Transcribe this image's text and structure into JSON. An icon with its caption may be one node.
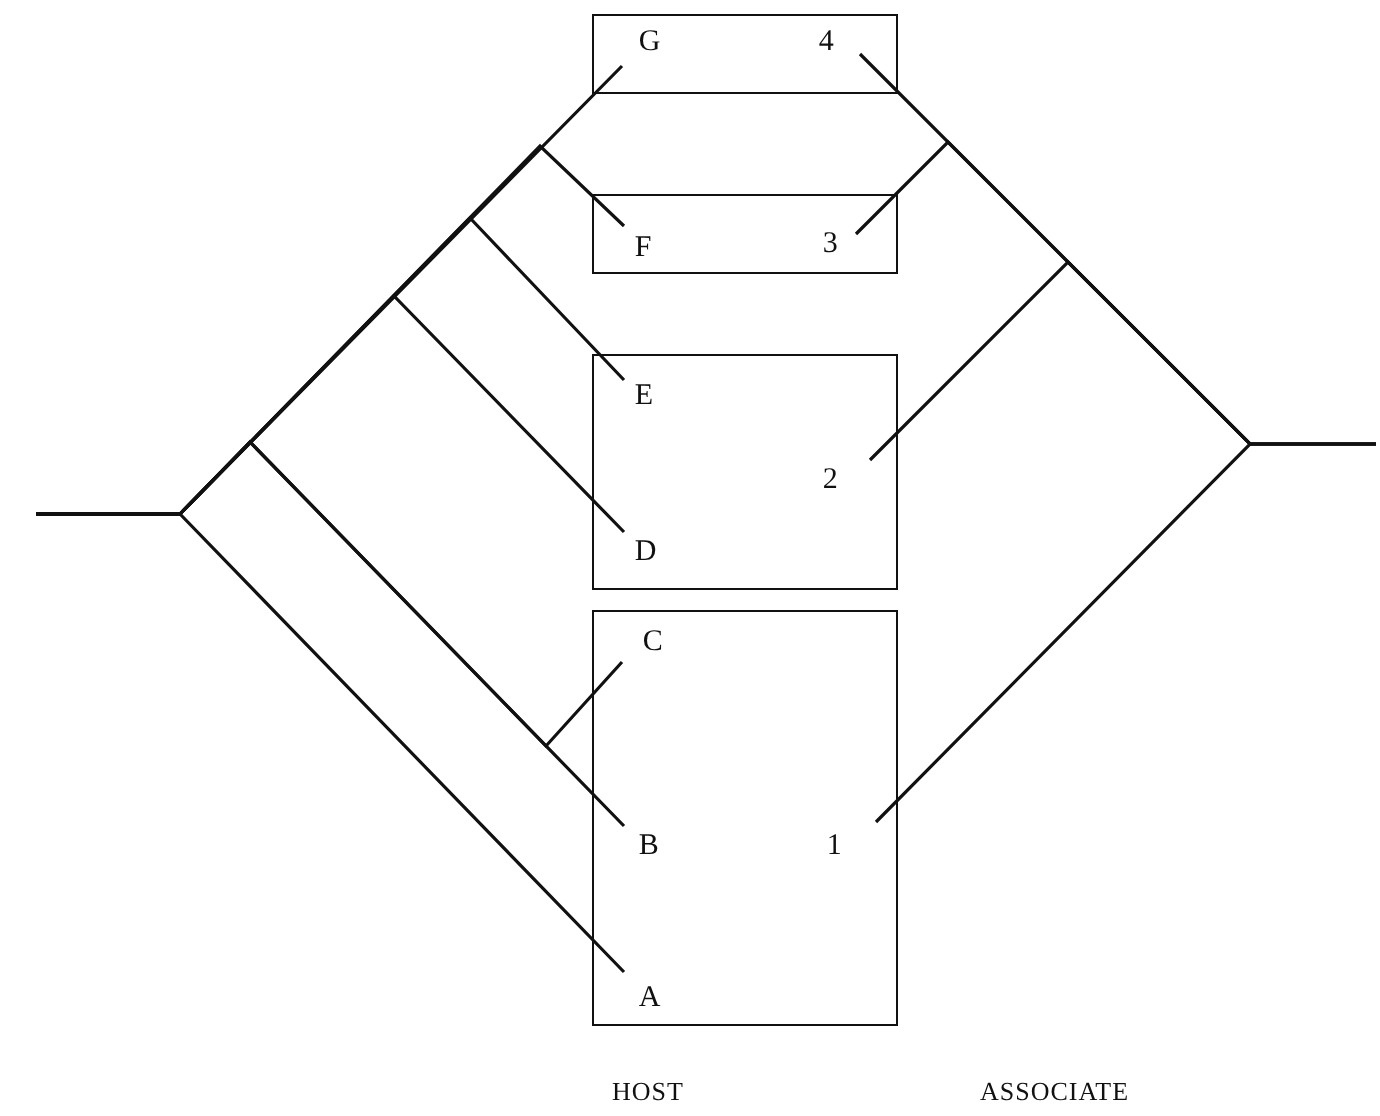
{
  "diagram": {
    "nodes": [
      {
        "text": [],
        "shape": "box"
      },
      {
        "text": [
          "G"
        ],
        "in": 0
      },
      {
        "text": [
          "4"
        ],
        "in": 0
      },
      {
        "text": [],
        "shape": "box"
      },
      {
        "text": [
          "F"
        ],
        "in": 3
      },
      {
        "text": [
          "3"
        ],
        "in": 3
      },
      {
        "text": [],
        "shape": "box"
      },
      {
        "text": [
          "E"
        ],
        "in": 6
      },
      {
        "text": [
          "2"
        ],
        "in": 6
      },
      {
        "text": [
          "D"
        ],
        "in": 6
      },
      {
        "text": [],
        "shape": "box"
      },
      {
        "text": [
          "C"
        ],
        "in": 10
      },
      {
        "text": [
          "B"
        ],
        "in": 10
      },
      {
        "text": [
          "1"
        ],
        "in": 10
      },
      {
        "text": [
          "A"
        ],
        "in": 10
      }
    ],
    "edges": [
      {
        "from": null,
        "to": 1,
        "arrow": "none"
      },
      {
        "from": null,
        "to": 4,
        "arrow": "none"
      },
      {
        "from": null,
        "to": 7,
        "arrow": "none"
      },
      {
        "from": null,
        "to": 9,
        "arrow": "none"
      },
      {
        "from": null,
        "to": 11,
        "arrow": "none"
      },
      {
        "from": null,
        "to": 12,
        "arrow": "none"
      },
      {
        "from": null,
        "to": 14,
        "arrow": "none"
      },
      {
        "from": null,
        "to": 2,
        "arrow": "none"
      },
      {
        "from": null,
        "to": 5,
        "arrow": "none"
      },
      {
        "from": null,
        "to": 8,
        "arrow": "none"
      },
      {
        "from": null,
        "to": 13,
        "arrow": "none"
      }
    ],
    "labels": [
      "HOST",
      "ASSOCIATE"
    ]
  }
}
